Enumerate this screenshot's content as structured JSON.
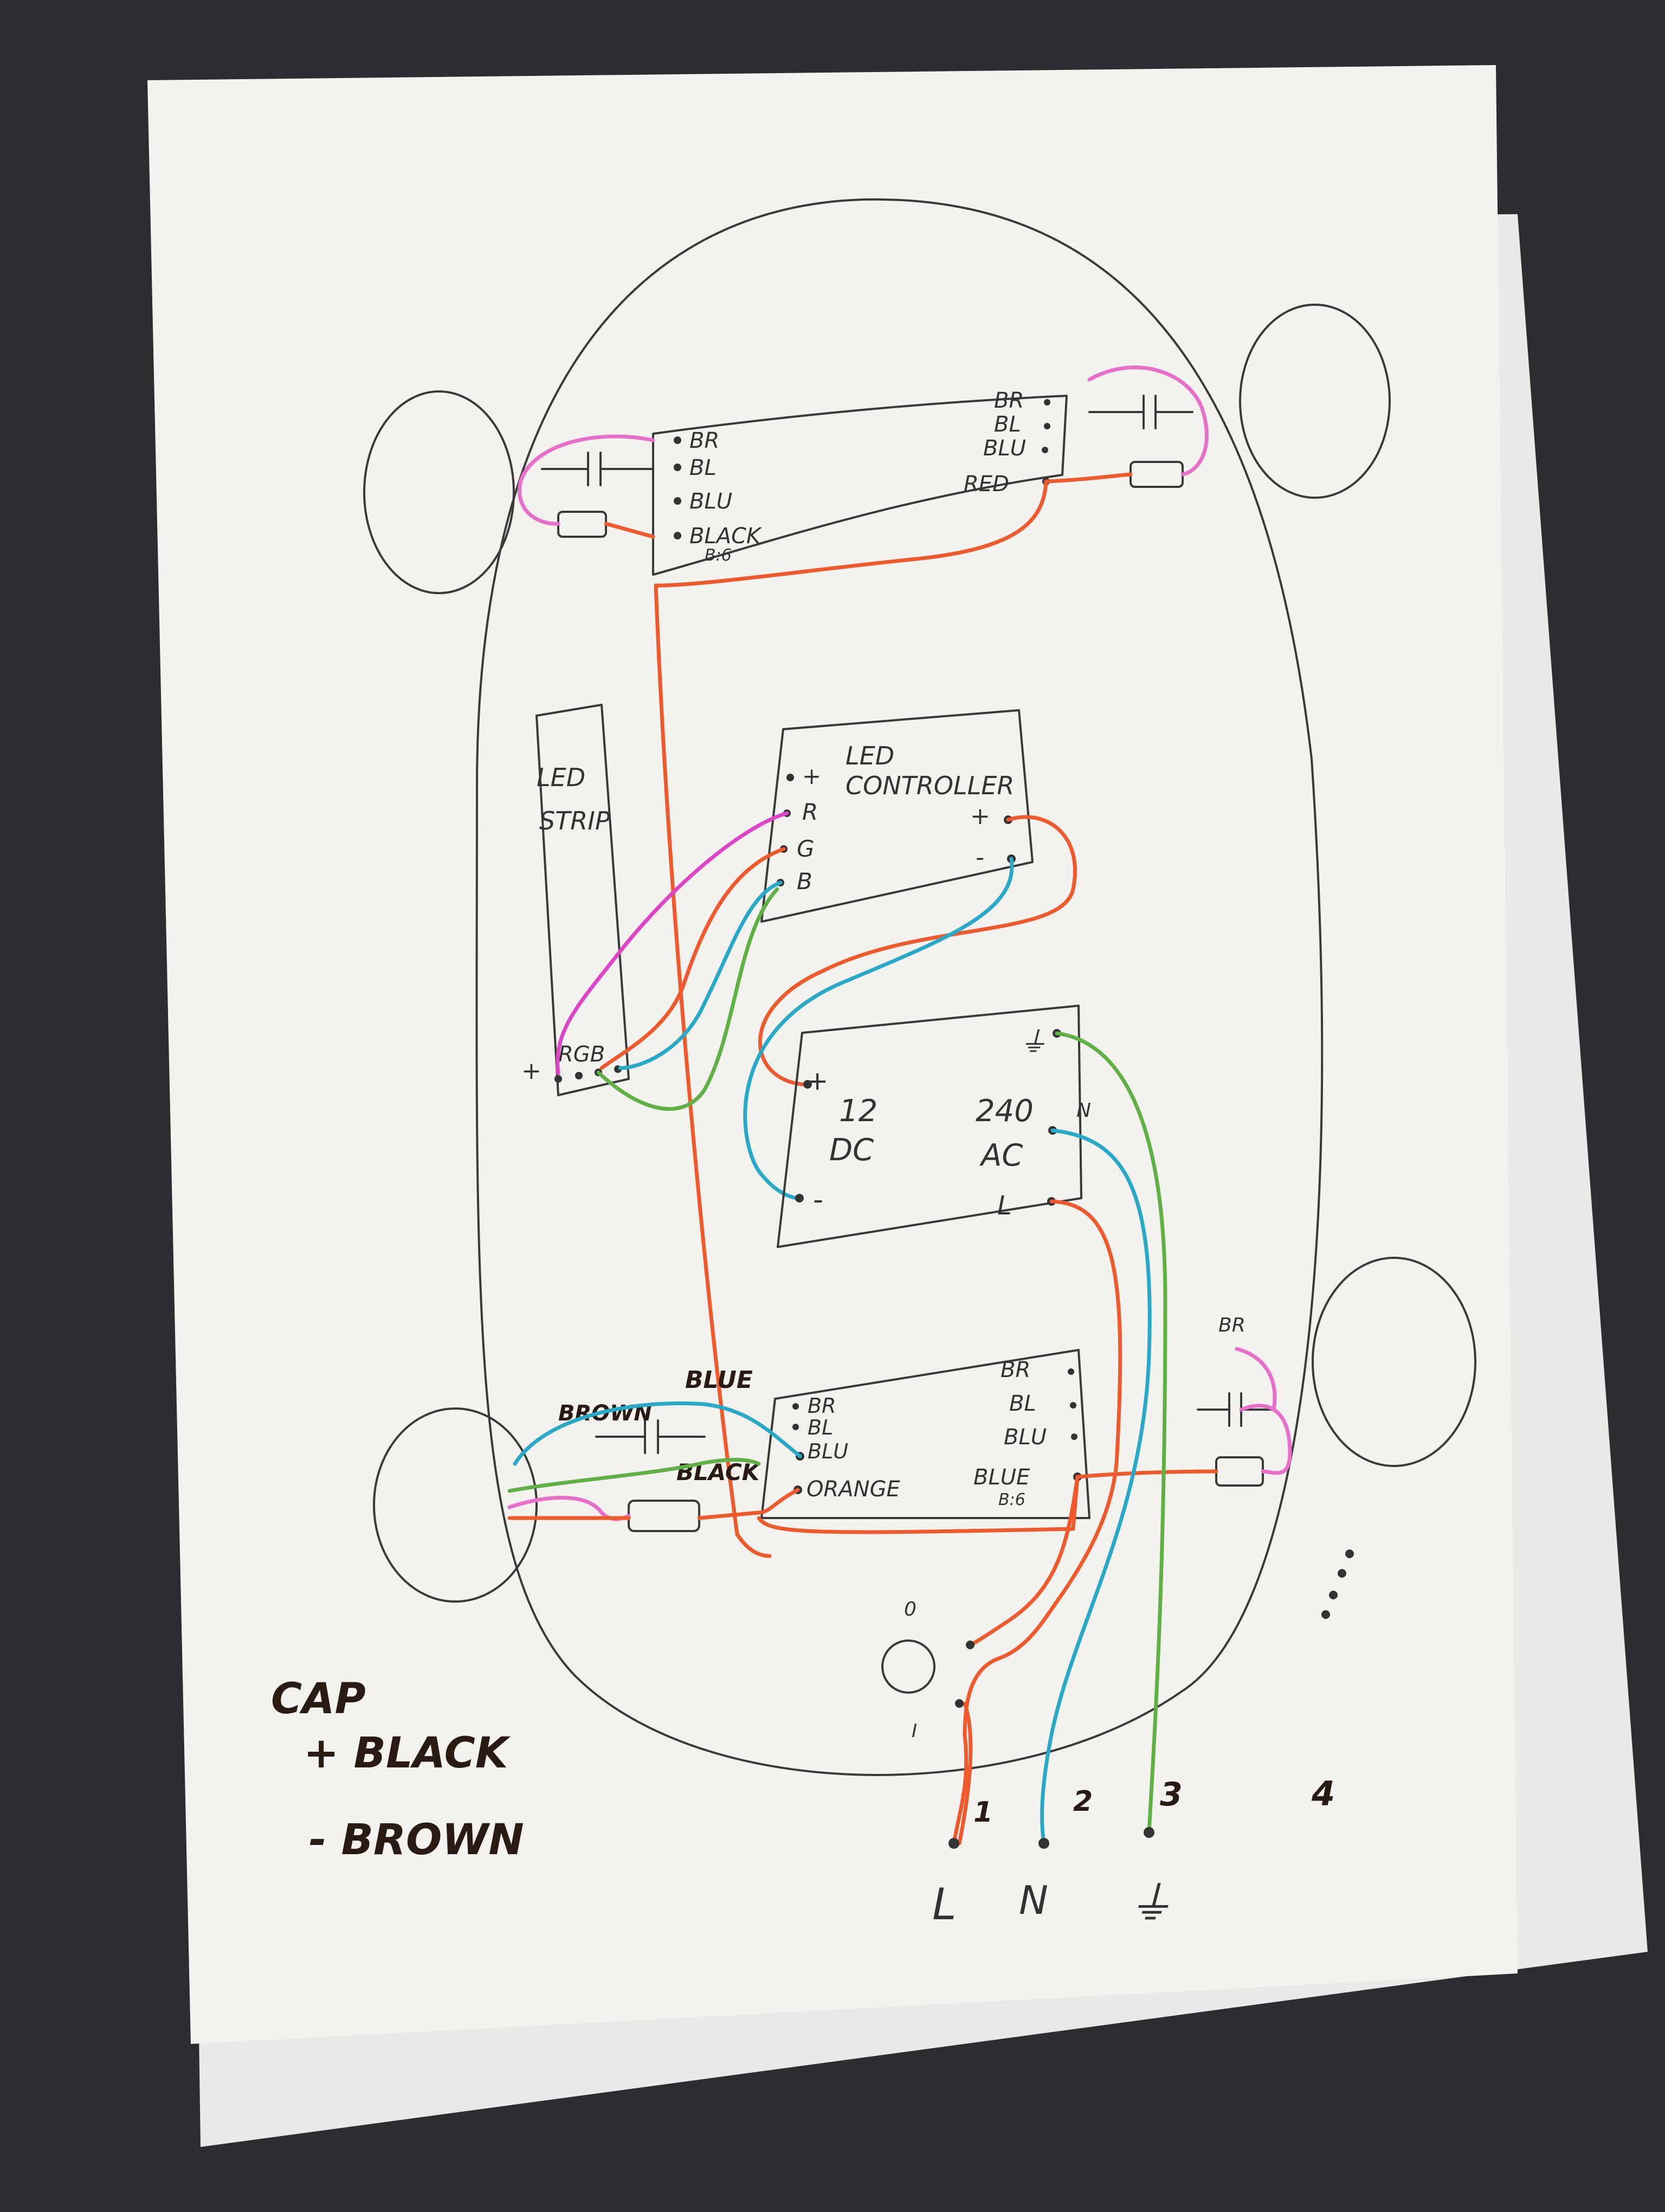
{
  "colors": {
    "desk": "#2b2d30",
    "paper": "#f3f2ee",
    "paper_back": "#e9e9e7",
    "pencil": "#3a3a3a",
    "orange": "#ef5a2c",
    "blue": "#29a9c8",
    "green": "#5fb045",
    "pink": "#e86fc9",
    "magenta": "#dd44c6",
    "marker": "#2a1a14"
  },
  "front_light_left": {
    "terminals": [
      "BR",
      "BL",
      "BLU",
      "BLACK"
    ],
    "extra": "B:6"
  },
  "front_light_right": {
    "terminals": [
      "BR",
      "BL",
      "BLU",
      "RED"
    ]
  },
  "led_strip": {
    "title_1": "LED",
    "title_2": "STRIP",
    "plus": "+",
    "terminals": "RGB"
  },
  "led_controller": {
    "title_1": "LED",
    "title_2": "CONTROLLER",
    "pins": [
      "+",
      "R",
      "G",
      "B"
    ],
    "out_plus": "+",
    "out_minus": "-"
  },
  "psu": {
    "earth": "⏚",
    "plus": "+",
    "dc_1": "12",
    "dc_2": "DC",
    "minus": "-",
    "ac_1": "240",
    "neutral": "N",
    "ac_2": "AC",
    "live": "L"
  },
  "rear_light_left": {
    "terminals": [
      "BR",
      "BL",
      "BLU",
      "ORANGE"
    ],
    "wire_brown": "BROWN",
    "wire_blue": "BLUE",
    "wire_black": "BLACK"
  },
  "rear_light_right": {
    "terminals": [
      "BR",
      "BL",
      "BLU",
      "BLUE"
    ],
    "extra": "B:6",
    "br_tag": "BR"
  },
  "switch": {
    "off": "0",
    "on": "I"
  },
  "mains": {
    "live": "L",
    "neutral": "N",
    "earth": "⏚",
    "pin_1": "1",
    "pin_2": "2",
    "pin_3": "3",
    "pin_4": "4"
  },
  "legend": {
    "line_1": "CAP",
    "line_2": "+ BLACK",
    "line_3": "- BROWN"
  }
}
